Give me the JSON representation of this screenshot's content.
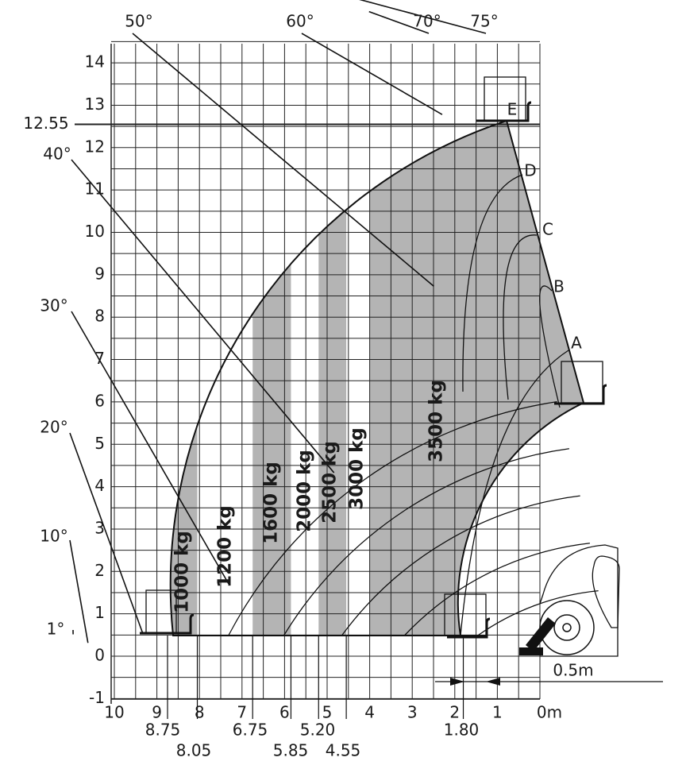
{
  "chart_data": {
    "type": "load_chart",
    "x_ticks": [
      "10",
      "9",
      "8",
      "7",
      "6",
      "5",
      "4",
      "3",
      "2",
      "1",
      "0m"
    ],
    "y_ticks": [
      "-1",
      "0",
      "1",
      "2",
      "3",
      "4",
      "5",
      "6",
      "7",
      "8",
      "9",
      "10",
      "11",
      "12",
      "13",
      "14"
    ],
    "xlim": [
      0,
      10
    ],
    "ylim": [
      -1,
      14.5
    ],
    "grid": true,
    "max_height_label": "12.55",
    "max_height_value": 12.55,
    "angle_labels": [
      {
        "label": "75°",
        "angle": 75
      },
      {
        "label": "70°",
        "angle": 70
      },
      {
        "label": "60°",
        "angle": 60
      },
      {
        "label": "50°",
        "angle": 50
      },
      {
        "label": "40°",
        "angle": 40
      },
      {
        "label": "30°",
        "angle": 30
      },
      {
        "label": "20°",
        "angle": 20
      },
      {
        "label": "10°",
        "angle": 10
      },
      {
        "label": "1°",
        "angle": 1
      }
    ],
    "extension_labels": [
      "A",
      "B",
      "C",
      "D",
      "E"
    ],
    "load_zones": [
      {
        "label": "3500 kg",
        "outreach_from": 0,
        "outreach_to": 4.0,
        "shaded": true
      },
      {
        "label": "3000 kg",
        "outreach_from": 4.0,
        "outreach_to": 4.55,
        "shaded": false
      },
      {
        "label": "2500 kg",
        "outreach_from": 4.55,
        "outreach_to": 5.2,
        "shaded": true
      },
      {
        "label": "2000 kg",
        "outreach_from": 5.2,
        "outreach_to": 5.85,
        "shaded": false
      },
      {
        "label": "1600 kg",
        "outreach_from": 5.85,
        "outreach_to": 6.75,
        "shaded": true
      },
      {
        "label": "1200 kg",
        "outreach_from": 6.75,
        "outreach_to": 8.05,
        "shaded": false
      },
      {
        "label": "1000 kg",
        "outreach_from": 8.05,
        "outreach_to": 8.75,
        "shaded": true
      }
    ],
    "outreach_markers": [
      "8.75",
      "8.05",
      "6.75",
      "5.85",
      "5.20",
      "4.55",
      "1.80"
    ],
    "offset_label": "0.5m",
    "offset_value": 0.5
  }
}
